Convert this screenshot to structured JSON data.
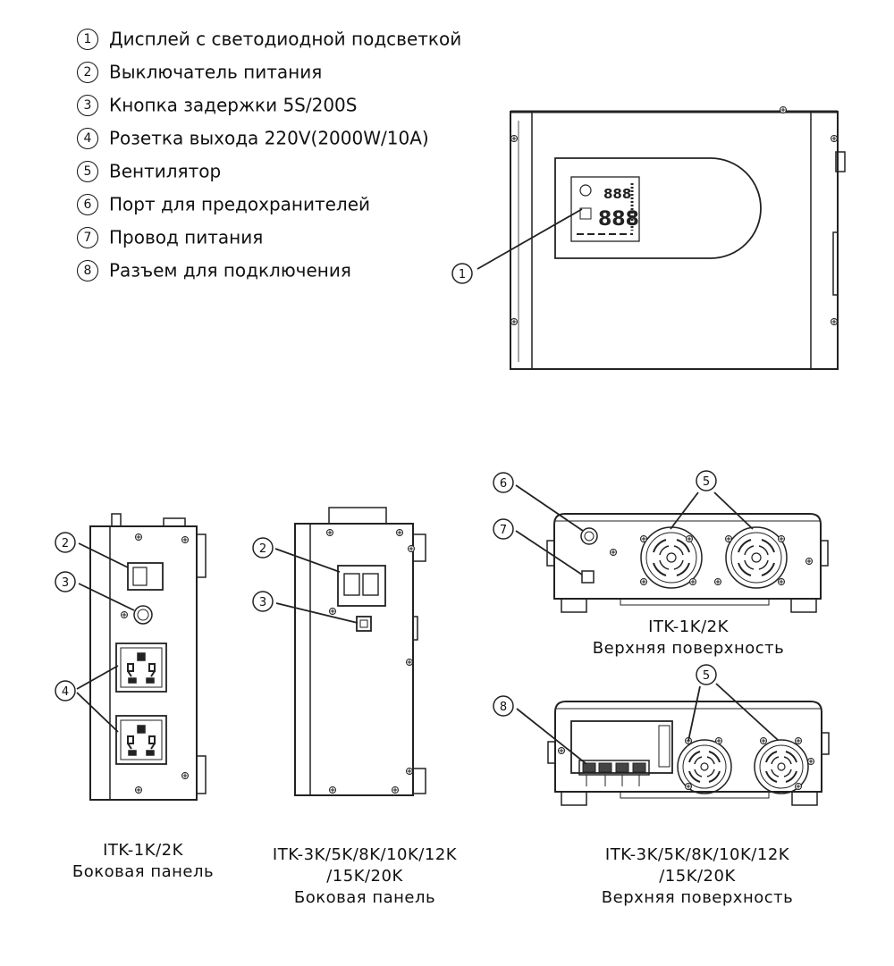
{
  "legend": [
    {
      "num": "1",
      "text": "Дисплей с светодиодной подсветкой"
    },
    {
      "num": "2",
      "text": "Выключатель питания"
    },
    {
      "num": "3",
      "text": "Кнопка задержки 5S/200S"
    },
    {
      "num": "4",
      "text": "Розетка выхода 220V(2000W/10A)"
    },
    {
      "num": "5",
      "text": "Вентилятор"
    },
    {
      "num": "6",
      "text": "Порт для предохранителей"
    },
    {
      "num": "7",
      "text": "Провод питания"
    },
    {
      "num": "8",
      "text": "Разъем для подключения"
    }
  ],
  "display": {
    "digits_top": "888",
    "digits_main": "888"
  },
  "captions": {
    "side_small": {
      "line1": "ITK-1K/2K",
      "line2": "Боковая панель"
    },
    "side_large": {
      "line1": "ITK-3K/5K/8K/10K/12K",
      "line2": "/15K/20K",
      "line3": "Боковая панель"
    },
    "top_small": {
      "line1": "ITK-1K/2K",
      "line2": "Верхняя поверхность"
    },
    "top_large": {
      "line1": "ITK-3K/5K/8K/10K/12K",
      "line2": "/15K/20K",
      "line3": "Верхняя поверхность"
    }
  },
  "callouts": {
    "c1": "1",
    "c2": "2",
    "c3": "3",
    "c4": "4",
    "c5": "5",
    "c6": "6",
    "c7": "7",
    "c8": "8"
  }
}
